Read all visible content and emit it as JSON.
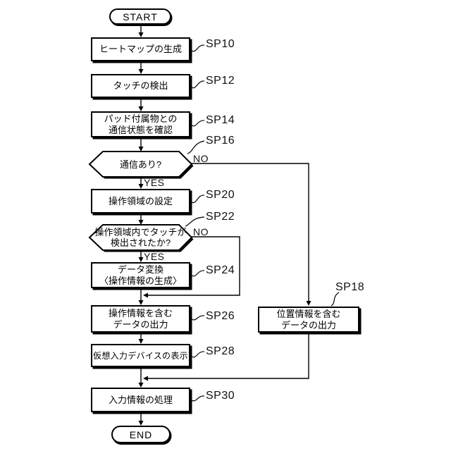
{
  "diagram": {
    "type": "flowchart",
    "terminals": {
      "start": "START",
      "end": "END"
    },
    "branch_labels": {
      "yes": "YES",
      "no": "NO"
    },
    "steps": {
      "sp10": {
        "id": "SP10",
        "text": "ヒートマップの生成",
        "shape": "process"
      },
      "sp12": {
        "id": "SP12",
        "text": "タッチの検出",
        "shape": "process"
      },
      "sp14": {
        "id": "SP14",
        "text": "パッド付属物との\n通信状態を確認",
        "shape": "process"
      },
      "sp16": {
        "id": "SP16",
        "text": "通信あり?",
        "shape": "decision"
      },
      "sp18": {
        "id": "SP18",
        "text": "位置情報を含む\nデータの出力",
        "shape": "process"
      },
      "sp20": {
        "id": "SP20",
        "text": "操作領域の設定",
        "shape": "process"
      },
      "sp22": {
        "id": "SP22",
        "text": "操作領域内でタッチが\n検出されたか?",
        "shape": "decision"
      },
      "sp24": {
        "id": "SP24",
        "text": "データ変換\n〈操作情報の生成〉",
        "shape": "process"
      },
      "sp26": {
        "id": "SP26",
        "text": "操作情報を含む\nデータの出力",
        "shape": "process"
      },
      "sp28": {
        "id": "SP28",
        "text": "仮想入力デバイスの表示",
        "shape": "process"
      },
      "sp30": {
        "id": "SP30",
        "text": "入力情報の処理",
        "shape": "process"
      }
    },
    "colors": {
      "line": "#000000",
      "fill": "#ffffff"
    }
  }
}
